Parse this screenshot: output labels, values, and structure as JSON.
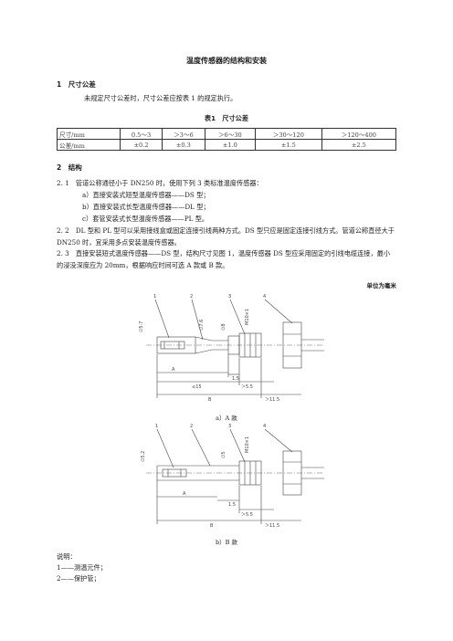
{
  "doc": {
    "title": "温度传感器的结构和安装",
    "s1_heading": "1　尺寸公差",
    "s1_text": "未规定尺寸公差时，尺寸公差应按表 1 的规定执行。",
    "table_caption": "表1　尺寸公差",
    "table": {
      "row1": [
        "尺寸/mm",
        "0.5～3",
        "＞3～6",
        "＞6～30",
        "＞30～120",
        "＞120～400"
      ],
      "row2": [
        "公差/mm",
        "±0.2",
        "±0.3",
        "±1.0",
        "±1.5",
        "±2.5"
      ]
    },
    "s2_heading": "2　结构",
    "p21": "2. 1　管道公称通径小于 DN250 时，使用下列 3 类标准温度传感器：",
    "p21a": "a）直接安装式短型温度传感器——DS 型；",
    "p21b": "b）直接安装式长型温度传感器——DL 型；",
    "p21c": "c）套管安装式长型温度传感器——PL 型。",
    "p22": "2. 2　DL 型和 PL 型可以采用接线盒或固定连接引线两种方式。DS 型只应是固定连接引线方式。管道公称直径大于 DN250 时，宜采用多点安装温度传感器。",
    "p23": "2. 3　直接安装短式温度传感器——DS 型，结构尺寸见图 1，温度传感器 DS 型应采用固定的引线电缆连接，最小的浸没深度应为 20mm，根据响应时间可选 A 款或 B 款。",
    "unit_label": "单位为毫米",
    "fig_a_caption": "a）A 款",
    "fig_b_caption": "b）B 款",
    "legend_title": "说明：",
    "legend_1": "1——测温元件；",
    "legend_2": "2——保护管；"
  },
  "fig_a": {
    "callouts": [
      "1",
      "2",
      "3",
      "4"
    ],
    "dim_d1": "∅5.7",
    "dim_d2": "∅7.6",
    "dim_d3": "∅8",
    "dim_thread": "M10×1",
    "dim_A": "A",
    "dim_le15": "≤15",
    "dim_1_5": "1.5",
    "dim_gt5_5": "＞5.5",
    "dim_B": "B",
    "dim_gt11_5": "＞11.5"
  },
  "fig_b": {
    "callouts": [
      "1",
      "2",
      "3",
      "4"
    ],
    "dim_d1": "∅5.2",
    "dim_d3": "∅5",
    "dim_thread": "M10×1",
    "dim_A": "A",
    "dim_1_5": "1.5",
    "dim_gt5_5": "＞5.5",
    "dim_B": "B",
    "dim_gt11_5": "＞11.5"
  }
}
